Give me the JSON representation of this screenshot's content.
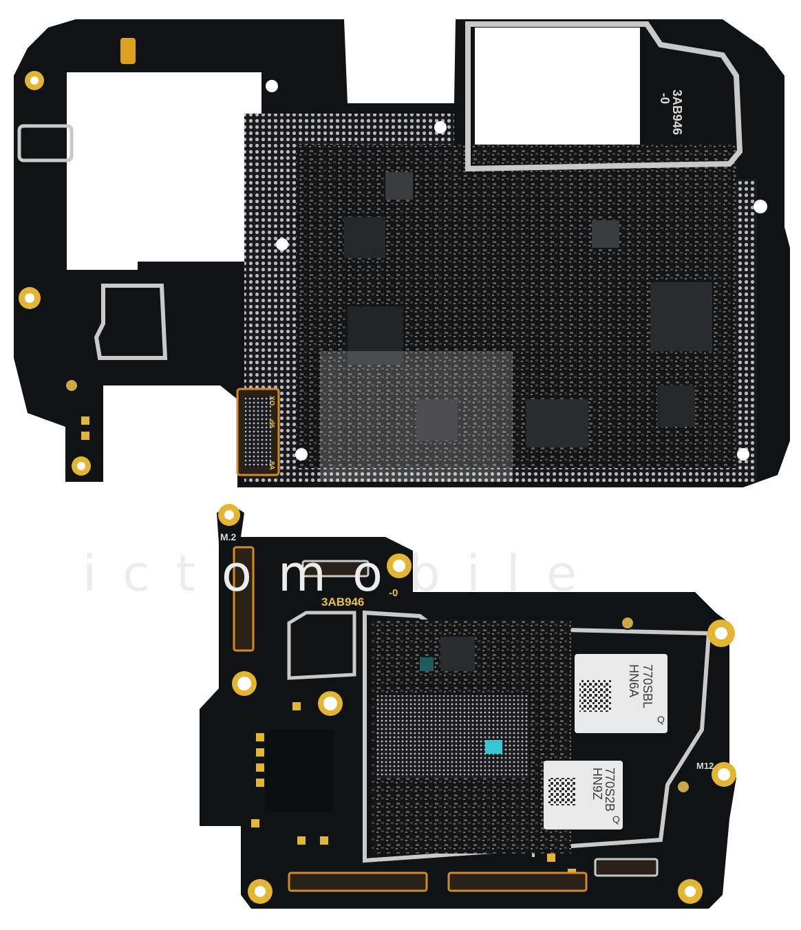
{
  "image": {
    "subject": "Two smartphone printed circuit boards photographed on a white background",
    "colors": {
      "background": "#ffffff",
      "board": "#111214",
      "board_edge": "#1c1d20",
      "shield_trace": "#c9c9c9",
      "gold_pad": "#e2b533",
      "chip": "#2a2b2e",
      "chip_light": "#3a3b3f",
      "label_module": "#e9e9e9"
    }
  },
  "top_board": {
    "marking_1": "-0",
    "marking_2": "3AB946",
    "connector_label_1": "XO",
    "connector_label_2": "d6",
    "connector_label_3": "8A"
  },
  "bottom_board": {
    "label_m2_top": "M.2",
    "board_code": "3AB946",
    "board_rev": "-0",
    "label_m2_right": "M12",
    "module_1_line_1": "770SBL",
    "module_1_line_2": "HN6A",
    "module_2_line_1": "770S2B",
    "module_2_line_2": "HN9Z",
    "module_corner": "Q"
  },
  "watermark": {
    "text": "ictomobile"
  }
}
